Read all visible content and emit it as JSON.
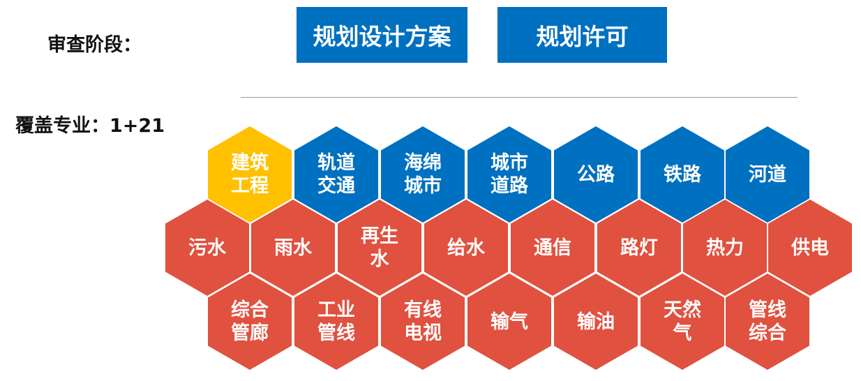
{
  "review_stage_label": "审查阶段：",
  "stages": [
    "规划设计方案",
    "规划许可"
  ],
  "coverage_label": "覆盖专业：1+21",
  "colors": {
    "architecture": "#FFC000",
    "transport": "#0070C0",
    "pipeline": "#E0513F"
  },
  "disciplines": [
    {
      "label": "建筑\n工程",
      "group": "architecture"
    },
    {
      "label": "轨道\n交通",
      "group": "transport"
    },
    {
      "label": "海绵\n城市",
      "group": "transport"
    },
    {
      "label": "城市\n道路",
      "group": "transport"
    },
    {
      "label": "公路",
      "group": "transport"
    },
    {
      "label": "铁路",
      "group": "transport"
    },
    {
      "label": "河道",
      "group": "transport"
    },
    {
      "label": "污水",
      "group": "pipeline"
    },
    {
      "label": "雨水",
      "group": "pipeline"
    },
    {
      "label": "再生\n水",
      "group": "pipeline"
    },
    {
      "label": "给水",
      "group": "pipeline"
    },
    {
      "label": "通信",
      "group": "pipeline"
    },
    {
      "label": "路灯",
      "group": "pipeline"
    },
    {
      "label": "热力",
      "group": "pipeline"
    },
    {
      "label": "供电",
      "group": "pipeline"
    },
    {
      "label": "综合\n管廊",
      "group": "pipeline"
    },
    {
      "label": "工业\n管线",
      "group": "pipeline"
    },
    {
      "label": "有线\n电视",
      "group": "pipeline"
    },
    {
      "label": "输气",
      "group": "pipeline"
    },
    {
      "label": "输油",
      "group": "pipeline"
    },
    {
      "label": "天然\n气",
      "group": "pipeline"
    },
    {
      "label": "管线\n综合",
      "group": "pipeline"
    }
  ]
}
